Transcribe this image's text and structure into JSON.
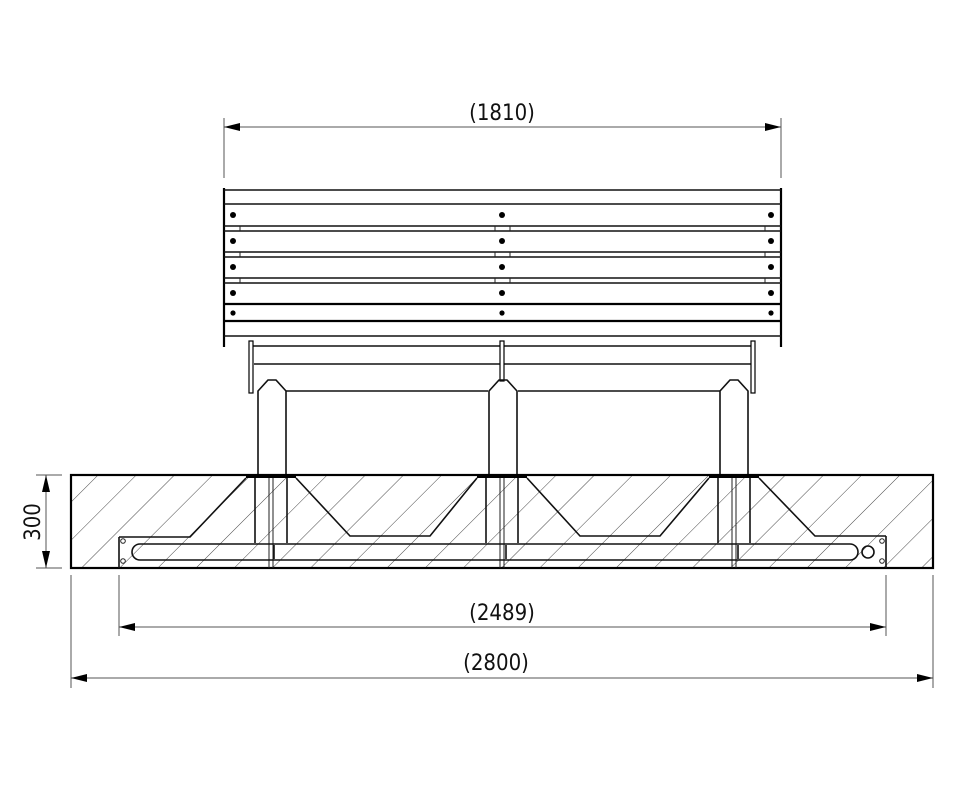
{
  "drawing": {
    "type": "technical elevation drawing",
    "subject": "bench with backrest on concrete foundation (front view / section)"
  },
  "dimensions": {
    "backrest_width": "(1810)",
    "foundation_height": "300",
    "anchor_bar_length": "(2489)",
    "foundation_length": "(2800)"
  },
  "backrest": {
    "slat_count": 5,
    "bolt_columns": 3
  },
  "supports": {
    "post_count": 3
  }
}
